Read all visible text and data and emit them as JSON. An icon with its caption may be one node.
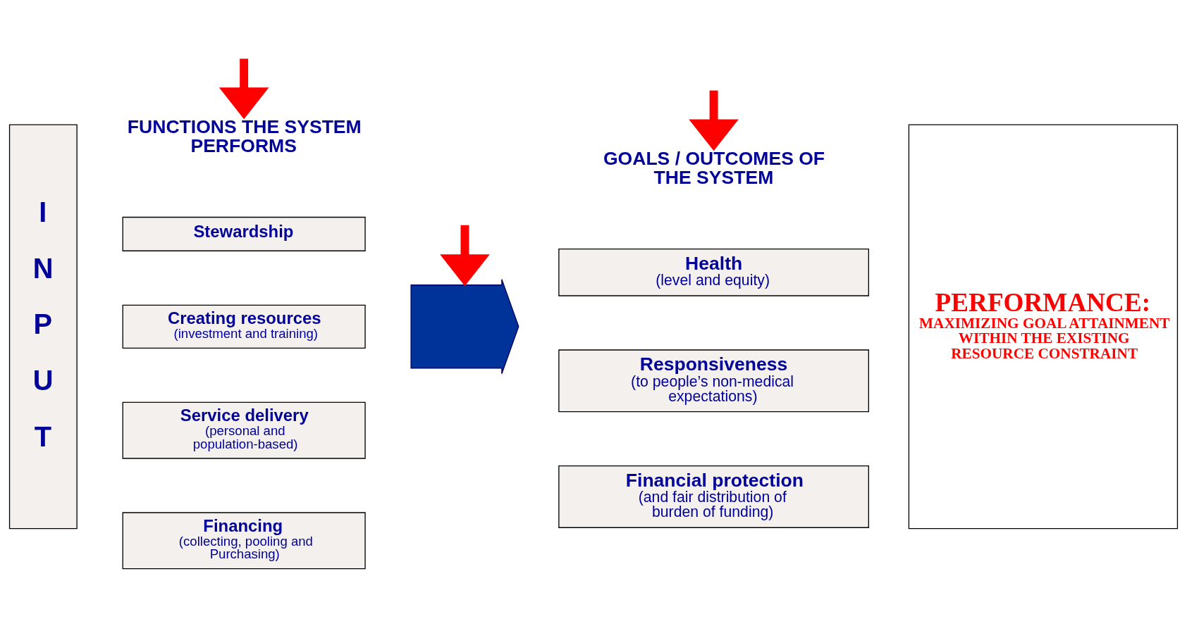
{
  "diagram": {
    "nodes": [
      {
        "text": [
          "I N P U T"
        ]
      },
      {
        "text": [
          "FUNCTIONS THE SYSTEM PERFORMS"
        ]
      },
      {
        "text": [
          "Stewardship"
        ]
      },
      {
        "text": [
          "Creating resources",
          "(investment and training)"
        ]
      },
      {
        "text": [
          "Service delivery",
          "(personal and population-based)"
        ]
      },
      {
        "text": [
          "Financing",
          "(collecting, pooling and Purchasing)"
        ]
      },
      {
        "text": [],
        "shape": "arrow"
      },
      {
        "text": [
          "GOALS / OUTCOMES OF THE SYSTEM"
        ]
      },
      {
        "text": [
          "Health",
          "(level and equity)"
        ]
      },
      {
        "text": [
          "Responsiveness",
          "(to people’s non-medical expectations)"
        ]
      },
      {
        "text": [
          "Financial protection",
          "(and fair distribution of burden of funding)"
        ]
      },
      {
        "text": [
          "PERFORMANCE:",
          "MAXIMIZING GOAL ATTAINMENT WITHIN THE EXISTING RESOURCE CONSTRAINT"
        ]
      }
    ],
    "edges": [
      {
        "from": null,
        "to": 1,
        "arrow": "to",
        "color": "#ff0000"
      },
      {
        "from": null,
        "to": 6,
        "arrow": "to",
        "color": "#ff0000"
      },
      {
        "from": null,
        "to": 7,
        "arrow": "to",
        "color": "#ff0000"
      }
    ]
  }
}
